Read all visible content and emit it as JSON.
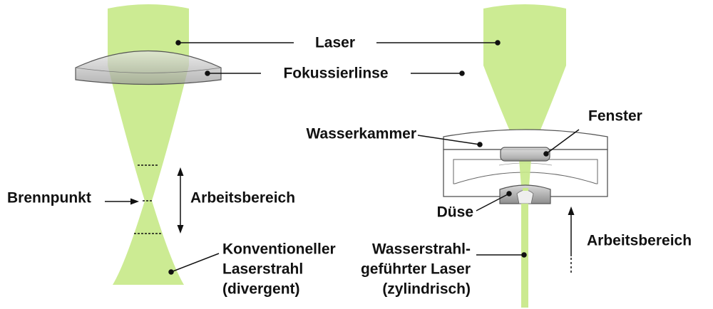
{
  "labels": {
    "laser": "Laser",
    "fokussierlinse": "Fokussierlinse",
    "brennpunkt": "Brennpunkt",
    "arbeitsbereich_left": "Arbeitsbereich",
    "konventioneller_1": "Konventioneller",
    "konventioneller_2": "Laserstrahl",
    "konventioneller_3": "(divergent)",
    "fenster": "Fenster",
    "wasserkammer": "Wasserkammer",
    "duese": "Düse",
    "wasserstrahl_1": "Wasserstrahl-",
    "wasserstrahl_2": "geführter Laser",
    "wasserstrahl_3": "(zylindrisch)",
    "arbeitsbereich_right": "Arbeitsbereich"
  },
  "colors": {
    "beam": "#c8e98a",
    "lens": "#c4c4c4",
    "lens_edge": "#666666",
    "line": "#111111",
    "chamber_stroke": "#555555"
  }
}
